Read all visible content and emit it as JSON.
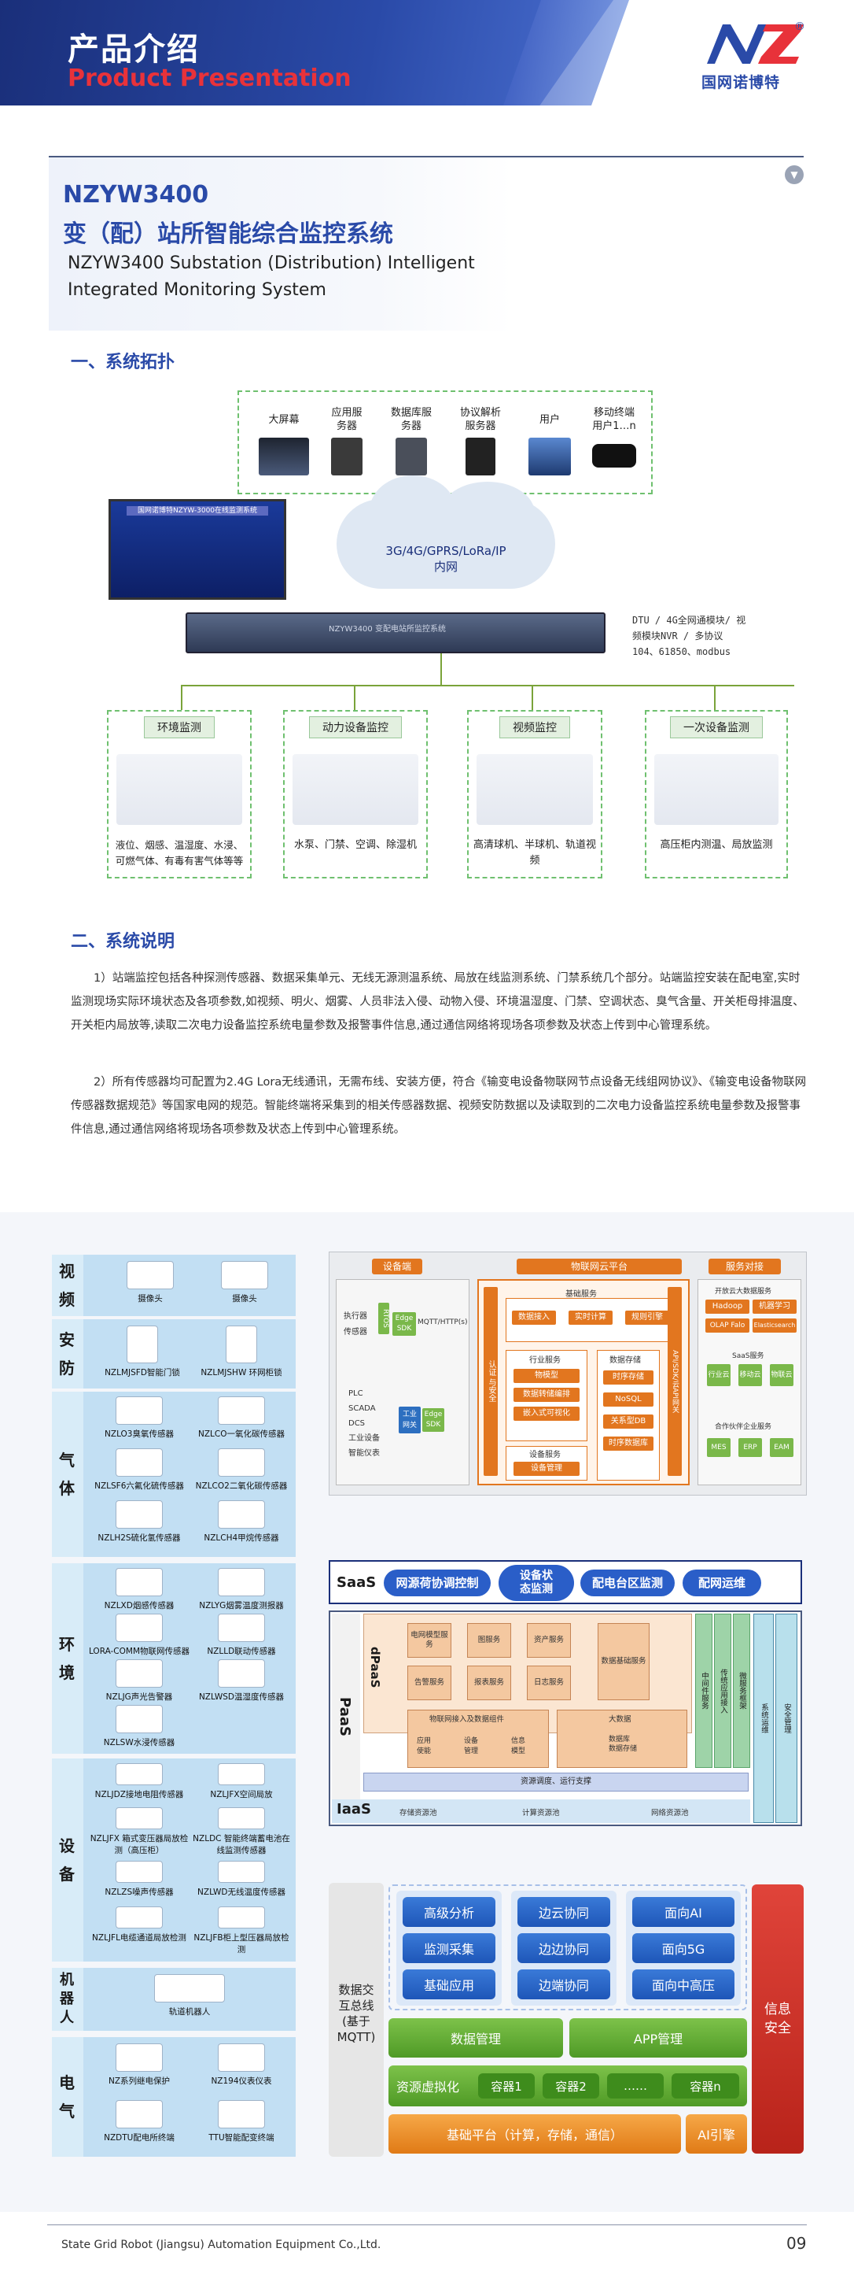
{
  "header": {
    "title_cn": "产品介绍",
    "title_en": "Product Presentation",
    "logo_mark": "NZ",
    "logo_name": "国网诺博特",
    "logo_reg": "®"
  },
  "product": {
    "model": "NZYW3400",
    "name_cn": "变（配）站所智能综合监控系统",
    "name_en_line1": "NZYW3400 Substation (Distribution) Intelligent",
    "name_en_line2": "Integrated Monitoring System"
  },
  "section1": {
    "heading": "一、系统拓扑"
  },
  "topology": {
    "top_devices": [
      {
        "label": "大屏幕"
      },
      {
        "label": "应用服\n务器"
      },
      {
        "label": "数据库服\n务器"
      },
      {
        "label": "协议解析\n服务器"
      },
      {
        "label": "用户"
      },
      {
        "label": "移动终端\n用户1…n"
      }
    ],
    "screen_caption": "国网诺博特NZYW-3000在线监测系统",
    "cloud_text_line1": "3G/4G/GPRS/LoRa/IP",
    "cloud_text_line2": "内网",
    "device_label": "NZYW3400  变配电站所监控系统",
    "dtu_note_line1": "DTU / 4G全网通模块/ 视",
    "dtu_note_line2": "频模块NVR /   多协议",
    "dtu_note_line3": "104、61850、modbus",
    "groups": [
      {
        "title": "环境监测",
        "desc": "液位、烟感、温湿度、水浸、\n可燃气体、有毒有害气体等等"
      },
      {
        "title": "动力设备监控",
        "desc": "水泵、门禁、空调、除湿机"
      },
      {
        "title": "视频监控",
        "desc": "高清球机、半球机、轨道视频"
      },
      {
        "title": "一次设备监测",
        "desc": "高压柜内测温、局放监测"
      }
    ]
  },
  "section2": {
    "heading": "二、系统说明",
    "para1": "1）站端监控包括各种探测传感器、数据采集单元、无线无源测温系统、局放在线监测系统、门禁系统几个部分。站端监控安装在配电室,实时监测现场实际环境状态及各项参数,如视频、明火、烟雾、人员非法入侵、动物入侵、环境温湿度、门禁、空调状态、臭气含量、开关柜母排温度、开关柜内局放等,读取二次电力设备监控系统电量参数及报警事件信息,通过通信网络将现场各项参数及状态上传到中心管理系统。",
    "para2": "2）所有传感器均可配置为2.4G  Lora无线通讯，无需布线、安装方便，符合《输变电设备物联网节点设备无线组网协议》、《输变电设备物联网传感器数据规范》等国家电网的规范。智能终端将采集到的相关传感器数据、视频安防数据以及读取到的二次电力设备监控系统电量参数及报警事件信息,通过通信网络将现场各项参数及状态上传到中心管理系统。"
  },
  "categories": [
    {
      "label": "视\n频",
      "items": [
        "摄像头",
        "摄像头"
      ]
    },
    {
      "label": "安\n防",
      "items": [
        "NZLMJSFD智能门锁",
        "NZLMJSHW 环网柜锁"
      ]
    },
    {
      "label": "气\n体",
      "items": [
        "NZLO3臭氧传感器",
        "NZLCO一氧化碳传感器",
        "NZLSF6六氟化硫传感器",
        "NZLCO2二氧化碳传感器",
        "NZLH2S硫化氢传感器",
        "NZLCH4甲烷传感器"
      ]
    },
    {
      "label": "环\n境",
      "items": [
        "NZLXD烟感传感器",
        "NZLYG烟雾温度测报器",
        "LORA-COMM物联网传感器",
        "NZLLD联动传感器",
        "NZLJG声光告警器",
        "NZLWSD温湿度传感器",
        "NZLSW水浸传感器"
      ]
    },
    {
      "label": "设\n备",
      "items": [
        "NZLJDZ接地电阻传感器",
        "NZLJFX空间局放",
        "NZLJFX 箱式变压器局放检测（高压柜）",
        "NZLDC 智能终端蓄电池在线监测传感器",
        "NZLZS噪声传感器",
        "NZLWD无线温度传感器",
        "NZLJFL电缆通道局放检测",
        "NZLJFB柜上型压器局放检测"
      ]
    },
    {
      "label": "机\n器\n人",
      "items": [
        "轨道机器人"
      ]
    },
    {
      "label": "电\n气",
      "items": [
        "NZ系列继电保护",
        "NZ194仪表仪表",
        "NZDTU配电所终端",
        "TTU智能配变终端"
      ]
    }
  ],
  "arch1": {
    "h_device": "设备端",
    "h_cloud": "物联网云平台",
    "h_service": "服务对接",
    "exec_label": "执行器",
    "sensor_label": "传感器",
    "rtos": "RTOS",
    "edge_sdk": "Edge\nSDK",
    "mqtt": "MQTT/HTTP(s)",
    "plc_list": [
      "PLC",
      "SCADA",
      "DCS",
      "工业设备",
      "智能仪表"
    ],
    "gateway": "工业\n网关",
    "edge_sdk2": "Edge\nSDK",
    "auth": "认证\n与安全",
    "basic_service": "基础服务",
    "basic_items": [
      "数据接入",
      "实时计算",
      "规则引擎"
    ],
    "industry_service": "行业服务",
    "industry_items": [
      "物模型",
      "数据转储编排",
      "嵌入式可视化"
    ],
    "device_service": "设备服务",
    "device_items": [
      "设备管理"
    ],
    "storage": "数据存储",
    "storage_items": [
      "时序存储",
      "NoSQL",
      "关系型DB",
      "时序数据库"
    ],
    "api": "API/SDK/云API网关",
    "open_label": "开放云大数据服务",
    "open_items": [
      "Hadoop",
      "机器学习",
      "OLAP Falo",
      "Elasticsearch"
    ],
    "saas_label": "SaaS服务",
    "saas_items": [
      "行业云",
      "移动云",
      "物联云"
    ],
    "partner_label": "合作伙伴企业服务",
    "partner_items": [
      "MES",
      "ERP",
      "EAM"
    ]
  },
  "arch2": {
    "saas": "SaaS",
    "pills": [
      "网源荷协调控制",
      "设备状\n态监测",
      "配电台区监测",
      "配网运维"
    ],
    "dpaas": "dPaaS",
    "paas": "PaaS",
    "iaas": "IaaS",
    "tan_boxes": [
      "电网模型服务",
      "图服务",
      "资产服务",
      "数据基础服务",
      "告警服务",
      "报表服务",
      "日志服务"
    ],
    "bus_label": "物联网接入及数据组件",
    "bus_items": [
      "应用\n使能",
      "设备\n管理",
      "信息\n模型"
    ],
    "bigdata": "大数据",
    "bigdata_items": [
      "数据库",
      "数据存储"
    ],
    "vertical": [
      "中间件服务",
      "传统应用接入",
      "微服务框架",
      "系统运维",
      "安全管理"
    ],
    "resource_bar": "资源调度、运行支撑",
    "iaas_items": [
      "存储资源池",
      "计算资源池",
      "网络资源池"
    ]
  },
  "arch3": {
    "left_label": "数据交\n互总线\n(基于\nMQTT)",
    "blue_buttons": [
      "高级分析",
      "边云协同",
      "面向AI",
      "监测采集",
      "边边协同",
      "面向5G",
      "基础应用",
      "边端协同",
      "面向中高压"
    ],
    "data_mgmt": "数据管理",
    "app_mgmt": "APP管理",
    "virt_label": "资源虚拟化",
    "containers": [
      "容器1",
      "容器2",
      "……",
      "容器n"
    ],
    "base": "基础平台（计算，存储，通信）",
    "ai": "AI引擎",
    "security": "信息\n安全"
  },
  "footer": {
    "company": "State Grid Robot (Jiangsu) Automation Equipment Co.,Ltd.",
    "page": "09"
  }
}
